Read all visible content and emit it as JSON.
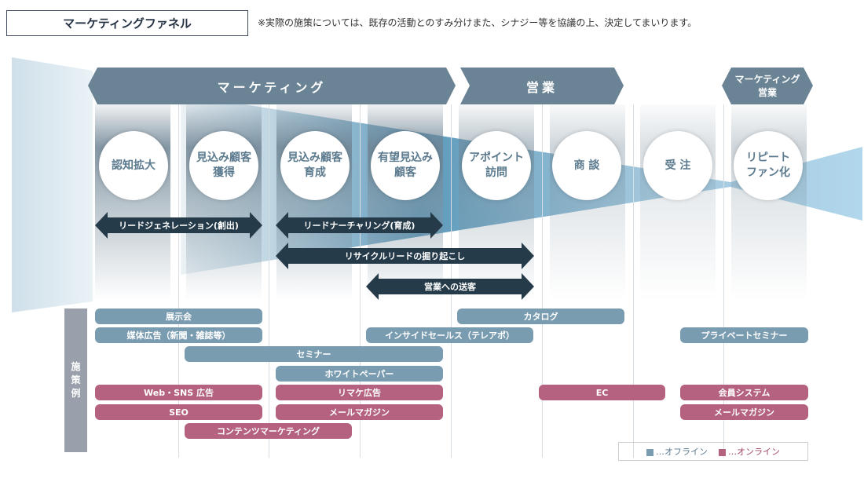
{
  "header": {
    "title": "マーケティングファネル",
    "note": "※実際の施策については、既存の活動とのすみ分けまた、シナジー等を協議の上、決定してまいります。"
  },
  "colors": {
    "offline": "#7a9cb0",
    "online": "#b4627f",
    "stage": "#6b8495",
    "arrow": "#253b4a"
  },
  "stages": {
    "marketing": "マーケティング",
    "sales": "営業",
    "marketing_sales_1": "マーケティング",
    "marketing_sales_2": "営業"
  },
  "steps": [
    {
      "line1": "認知拡大",
      "line2": ""
    },
    {
      "line1": "見込み顧客",
      "line2": "獲得"
    },
    {
      "line1": "見込み顧客",
      "line2": "育成"
    },
    {
      "line1": "有望見込み",
      "line2": "顧客"
    },
    {
      "line1": "アポイント",
      "line2": "訪問"
    },
    {
      "line1": "商 談",
      "line2": ""
    },
    {
      "line1": "受 注",
      "line2": ""
    },
    {
      "line1": "リピート",
      "line2": "ファン化"
    }
  ],
  "arrows": {
    "lead_generation": "リードジェネレーション(創出)",
    "lead_nurturing": "リードナーチャリング(育成)",
    "recycle": "リサイクルリードの掘り起こし",
    "to_sales": "営業への送客"
  },
  "measures_label": [
    "施",
    "策",
    "例"
  ],
  "measures": {
    "exhibition": "展示会",
    "media_ads": "媒体広告（新聞・雑誌等）",
    "seminar": "セミナー",
    "whitepaper": "ホワイトペーパー",
    "catalog": "カタログ",
    "inside_sales": "インサイドセールス（テレアポ）",
    "private_seminar": "プライベートセミナー",
    "web_sns_ads": "Web・SNS 広告",
    "seo": "SEO",
    "content_marketing": "コンテンツマーケティング",
    "remarketing_ads": "リマケ広告",
    "mail_magazine": "メールマガジン",
    "ec": "EC",
    "member_system": "会員システム",
    "mail_magazine_2": "メールマガジン"
  },
  "legend": {
    "offline": "…オフライン",
    "online": "…オンライン"
  }
}
